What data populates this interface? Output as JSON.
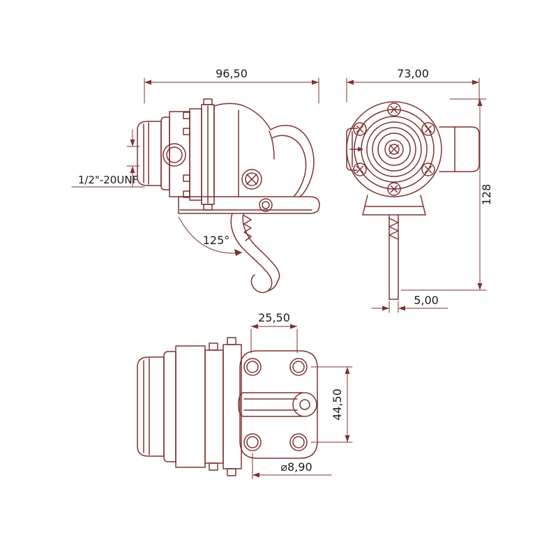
{
  "drawing": {
    "line_color": "#7d3232",
    "text_color": "#1a1a1a",
    "background": "#ffffff",
    "dimensions": {
      "side_width": "96,50",
      "thread_callout": "1/2\"-20UNF",
      "lever_angle": "125°",
      "front_width": "73,00",
      "front_height": "128",
      "rod_diameter": "5,00",
      "hole_spacing_horizontal": "25,50",
      "hole_spacing_vertical": "44,50",
      "hole_diameter": "⌀8,90"
    }
  }
}
